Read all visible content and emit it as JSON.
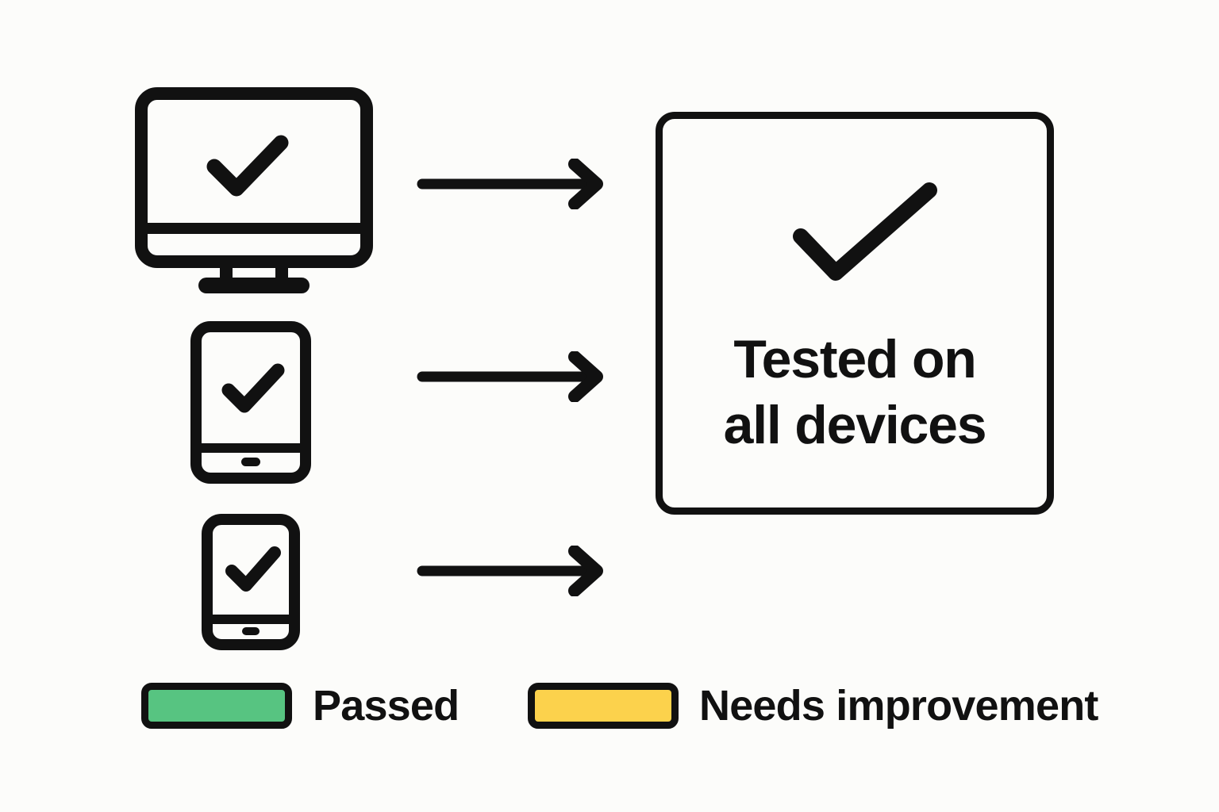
{
  "background_color": "#fcfcfa",
  "ink_color": "#111111",
  "devices": [
    {
      "id": "desktop",
      "icon": "desktop-monitor-check-icon",
      "status": "passed"
    },
    {
      "id": "tablet",
      "icon": "tablet-check-icon",
      "status": "passed"
    },
    {
      "id": "phone",
      "icon": "phone-check-icon",
      "status": "passed"
    }
  ],
  "arrows": [
    {
      "id": "arrow-desktop",
      "direction": "right"
    },
    {
      "id": "arrow-tablet",
      "direction": "right"
    },
    {
      "id": "arrow-phone",
      "direction": "right"
    }
  ],
  "result": {
    "icon": "checkmark-icon",
    "text_line_1": "Tested on",
    "text_line_2": "all devices"
  },
  "legend": {
    "items": [
      {
        "label": "Passed",
        "color": "#57c481"
      },
      {
        "label": "Needs improvement",
        "color": "#fcd24c"
      }
    ]
  }
}
